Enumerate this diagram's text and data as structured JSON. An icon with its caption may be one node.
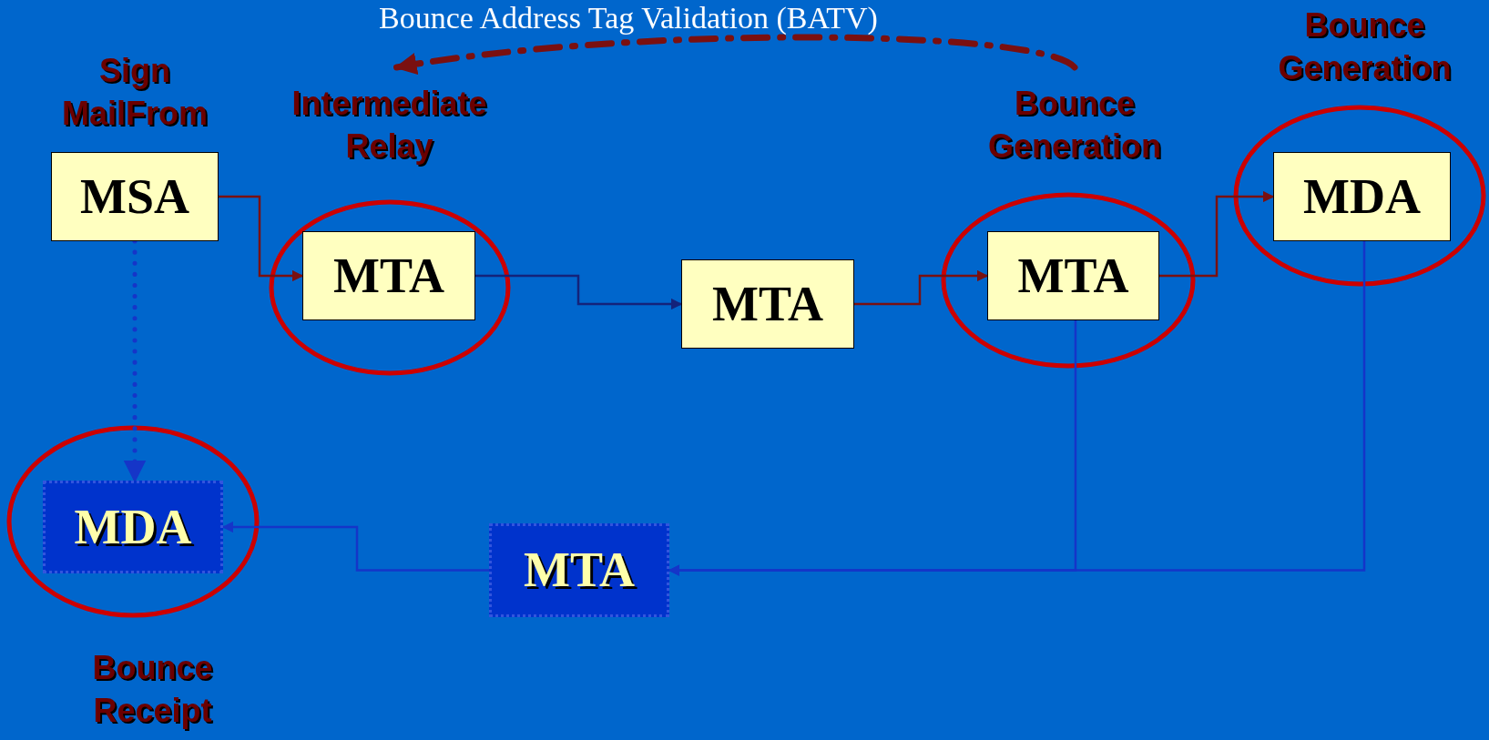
{
  "diagram": {
    "title": "Bounce Address Tag Validation (BATV)",
    "nodes": [
      {
        "text": [
          "MSA"
        ],
        "beside": [
          "Sign MailFrom"
        ]
      },
      {
        "text": [
          "Intermediate Relay"
        ]
      },
      {
        "text": [
          "MTA"
        ]
      },
      {
        "text": [
          "MTA"
        ]
      },
      {
        "text": [
          "Bounce Generation"
        ]
      },
      {
        "text": [
          "MTA"
        ]
      },
      {
        "text": [
          "MDA"
        ],
        "beside": [
          "Bounce Generation"
        ]
      },
      {
        "text": [
          "MDA"
        ],
        "beside": [
          "Bounce Receipt"
        ]
      },
      {
        "text": [
          "MTA"
        ]
      }
    ],
    "edges": [
      {
        "from": 0,
        "to": 2,
        "arrow": "to",
        "color": "#7a1010"
      },
      {
        "from": 2,
        "to": 3,
        "arrow": "to",
        "color": "#14237a"
      },
      {
        "from": 3,
        "to": 5,
        "arrow": "to",
        "color": "#7a1010"
      },
      {
        "from": 5,
        "to": 6,
        "arrow": "to",
        "color": "#7a1010"
      },
      {
        "from": 5,
        "to": 8,
        "arrow": "to",
        "color": "#1535c8"
      },
      {
        "from": 6,
        "to": 8,
        "arrow": "to",
        "color": "#1535c8"
      },
      {
        "from": 8,
        "to": 7,
        "arrow": "to",
        "color": "#1535c8"
      },
      {
        "from": 0,
        "to": 7,
        "arrow": "to",
        "style": "dashed",
        "color": "#1535c8"
      },
      {
        "from": 4,
        "to": 1,
        "arrow": "to",
        "style": "dashed",
        "color": "#7a1010"
      }
    ]
  }
}
